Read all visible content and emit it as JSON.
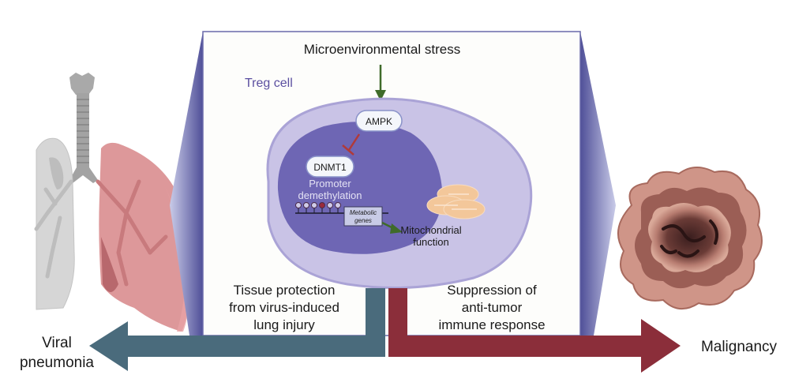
{
  "figure": {
    "panel": {
      "stimulus_label": "Microenvironmental stress",
      "cell_label": "Treg cell",
      "ampk_label": "AMPK",
      "dnmt1_label": "DNMT1",
      "promoter_label_line1": "Promoter",
      "promoter_label_line2": "demethylation",
      "gene_label_line1": "Metabolic",
      "gene_label_line2": "genes",
      "mito_label_line1": "Mitochondrial",
      "mito_label_line2": "function",
      "left_outcome_lines": [
        "Tissue protection",
        "from virus-induced",
        "lung injury"
      ],
      "right_outcome_lines": [
        "Suppression of",
        "anti-tumor",
        "immune response"
      ]
    },
    "left_endpoint_lines": [
      "Viral",
      "pneumonia"
    ],
    "right_endpoint_label": "Malignancy",
    "icons": {
      "left_organ": "lungs-icon",
      "right_organ": "tumor-icon",
      "organelle": "mitochondria-icon"
    },
    "colors": {
      "left_arrow": "#4a6b7c",
      "right_arrow": "#8b2e3a",
      "activation_arrow": "#3f6b2a",
      "inhibition_bar": "#b03a3a",
      "cell_outer": "#c9c3e6",
      "nucleus": "#6e66b4",
      "funnel": "#5a5aa0"
    }
  }
}
